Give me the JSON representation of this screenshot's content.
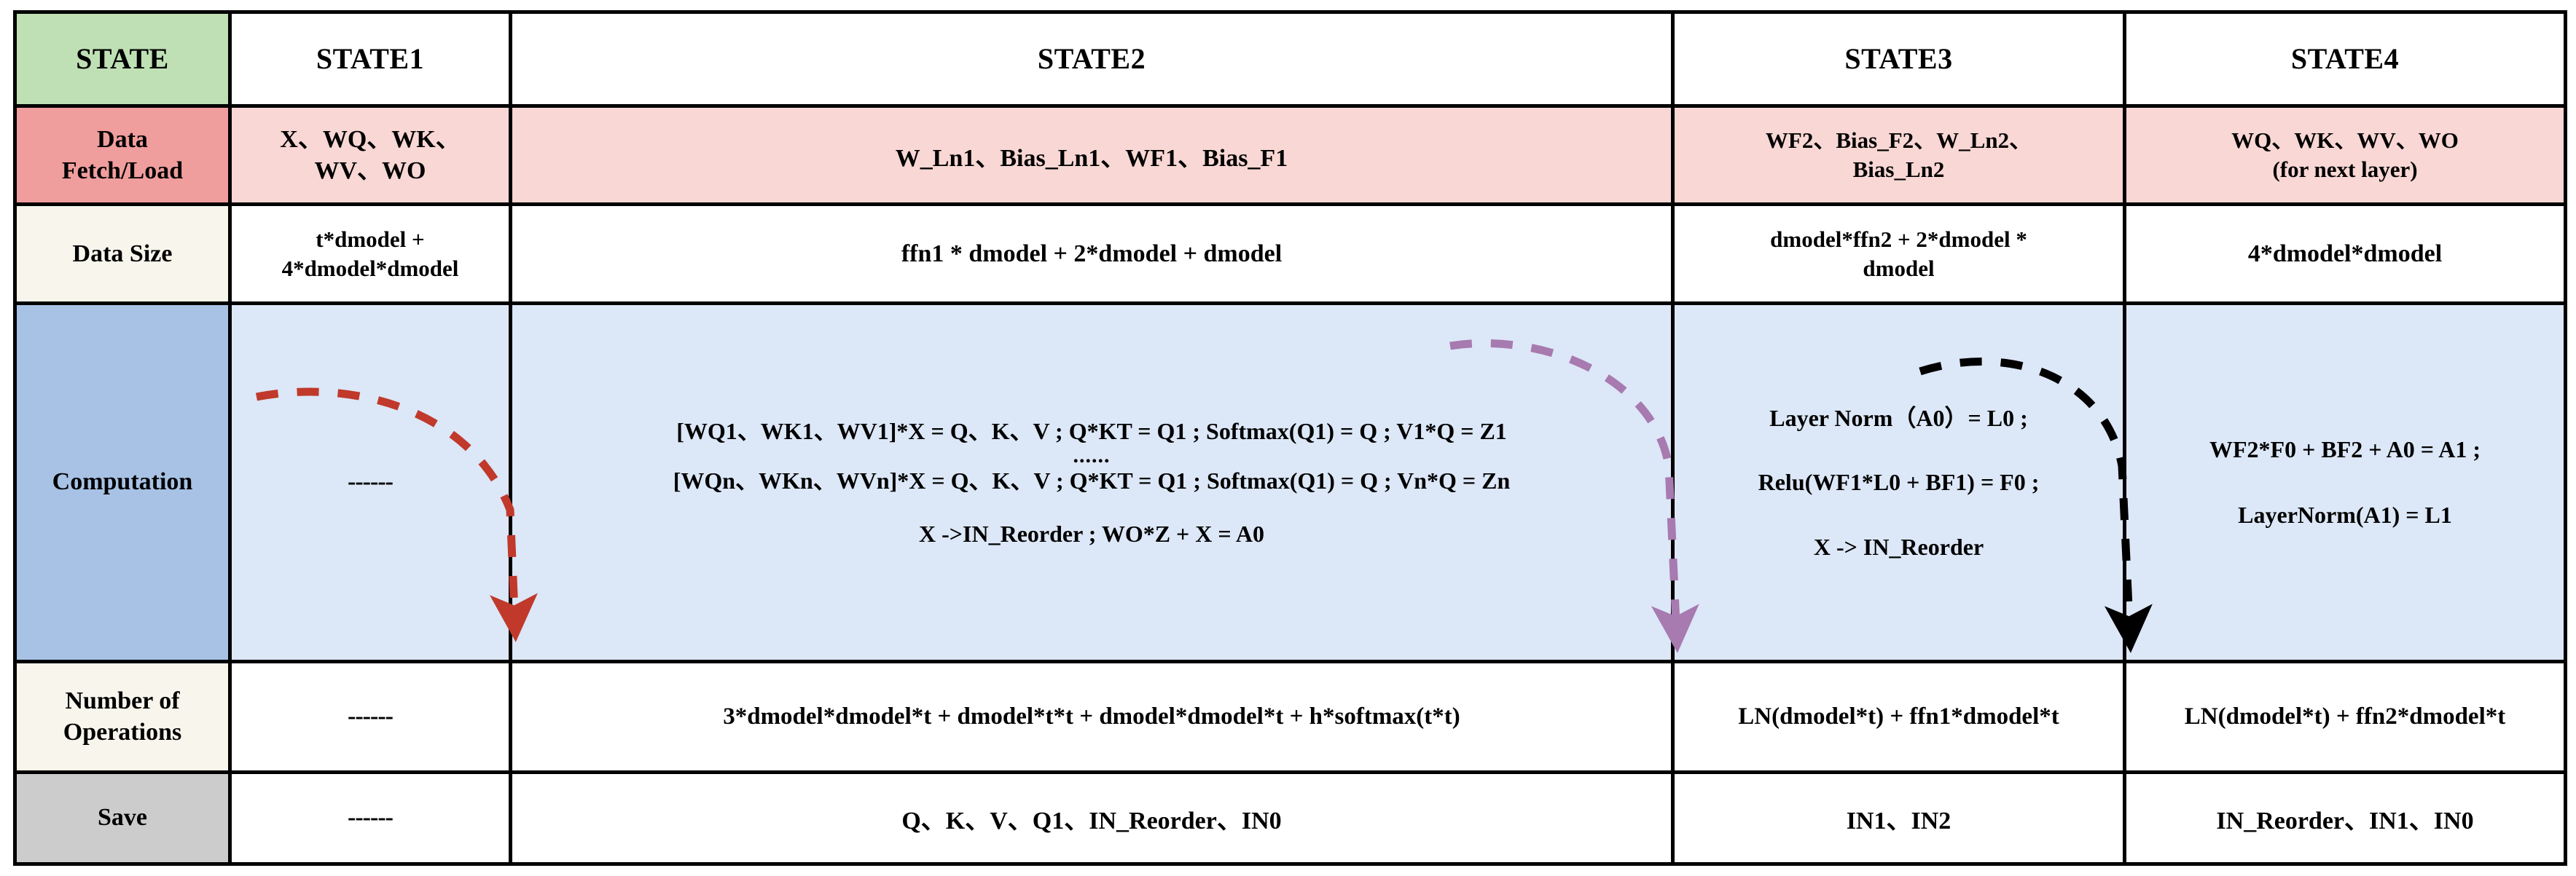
{
  "table": {
    "columns": [
      "STATE",
      "STATE1",
      "STATE2",
      "STATE3",
      "STATE4"
    ],
    "row_labels": [
      "Data Fetch/Load",
      "Data Size",
      "Computation",
      "Number of Operations",
      "Save"
    ],
    "header": {
      "label": "STATE",
      "state1": "STATE1",
      "state2": "STATE2",
      "state3": "STATE3",
      "state4": "STATE4"
    },
    "data_fetch": {
      "label_line1": "Data",
      "label_line2": "Fetch/Load",
      "state1_line1": "X、WQ、WK、",
      "state1_line2": "WV、WO",
      "state2": "W_Ln1、Bias_Ln1、WF1、Bias_F1",
      "state3_line1": "WF2、Bias_F2、W_Ln2、",
      "state3_line2": "Bias_Ln2",
      "state4_line1": "WQ、WK、WV、WO",
      "state4_line2": "(for next layer)"
    },
    "data_size": {
      "label": "Data Size",
      "state1_line1": "t*dmodel +",
      "state1_line2": "4*dmodel*dmodel",
      "state2": "ffn1 * dmodel + 2*dmodel + dmodel",
      "state3_line1": "dmodel*ffn2 + 2*dmodel *",
      "state3_line2": "dmodel",
      "state4": "4*dmodel*dmodel"
    },
    "computation": {
      "label": "Computation",
      "state1": "------",
      "state2_line1": "[WQ1、WK1、WV1]*X = Q、K、V ; Q*KT = Q1 ; Softmax(Q1) = Q ; V1*Q = Z1",
      "state2_ellipsis": "......",
      "state2_line2": "[WQn、WKn、WVn]*X = Q、K、V ; Q*KT = Q1 ; Softmax(Q1) = Q ; Vn*Q = Zn",
      "state2_line3": "X ->IN_Reorder ; WO*Z + X = A0",
      "state3_line1": "Layer Norm（A0）= L0 ;",
      "state3_line2": "Relu(WF1*L0 + BF1) = F0 ;",
      "state3_line3": "X -> IN_Reorder",
      "state4_line1": "WF2*F0 + BF2 + A0 = A1 ;",
      "state4_line2": "LayerNorm(A1) = L1"
    },
    "num_operations": {
      "label_line1": "Number of",
      "label_line2": "Operations",
      "state1": "------",
      "state2": "3*dmodel*dmodel*t + dmodel*t*t + dmodel*dmodel*t + h*softmax(t*t)",
      "state3": "LN(dmodel*t) + ffn1*dmodel*t",
      "state4": "LN(dmodel*t) + ffn2*dmodel*t"
    },
    "save": {
      "label": "Save",
      "state1": "------",
      "state2": "Q、K、V、Q1、IN_Reorder、IN0",
      "state3": "IN1、IN2",
      "state4": "IN_Reorder、IN1、IN0"
    }
  },
  "annotations": {
    "arrows": [
      {
        "name": "state2-flow-arrow",
        "color": "#c0392b",
        "style": "dashed-curved-down"
      },
      {
        "name": "state3-flow-arrow",
        "color": "#a77ab0",
        "style": "dashed-curved-down"
      },
      {
        "name": "state4-flow-arrow",
        "color": "#000000",
        "style": "dashed-curved-down"
      }
    ]
  },
  "colors": {
    "header_label_fill": "#bfe0b4",
    "fetch_label_fill": "#f09d9d",
    "fetch_row_fill": "#f8d7d4",
    "size_label_fill": "#f7f5ec",
    "computation_label_fill": "#a8c2e6",
    "computation_row_fill": "#dce7f7",
    "save_label_fill": "#cccccc",
    "border": "#000000",
    "arrow_red": "#c0392b",
    "arrow_purple": "#a77ab0",
    "arrow_black": "#000000"
  }
}
